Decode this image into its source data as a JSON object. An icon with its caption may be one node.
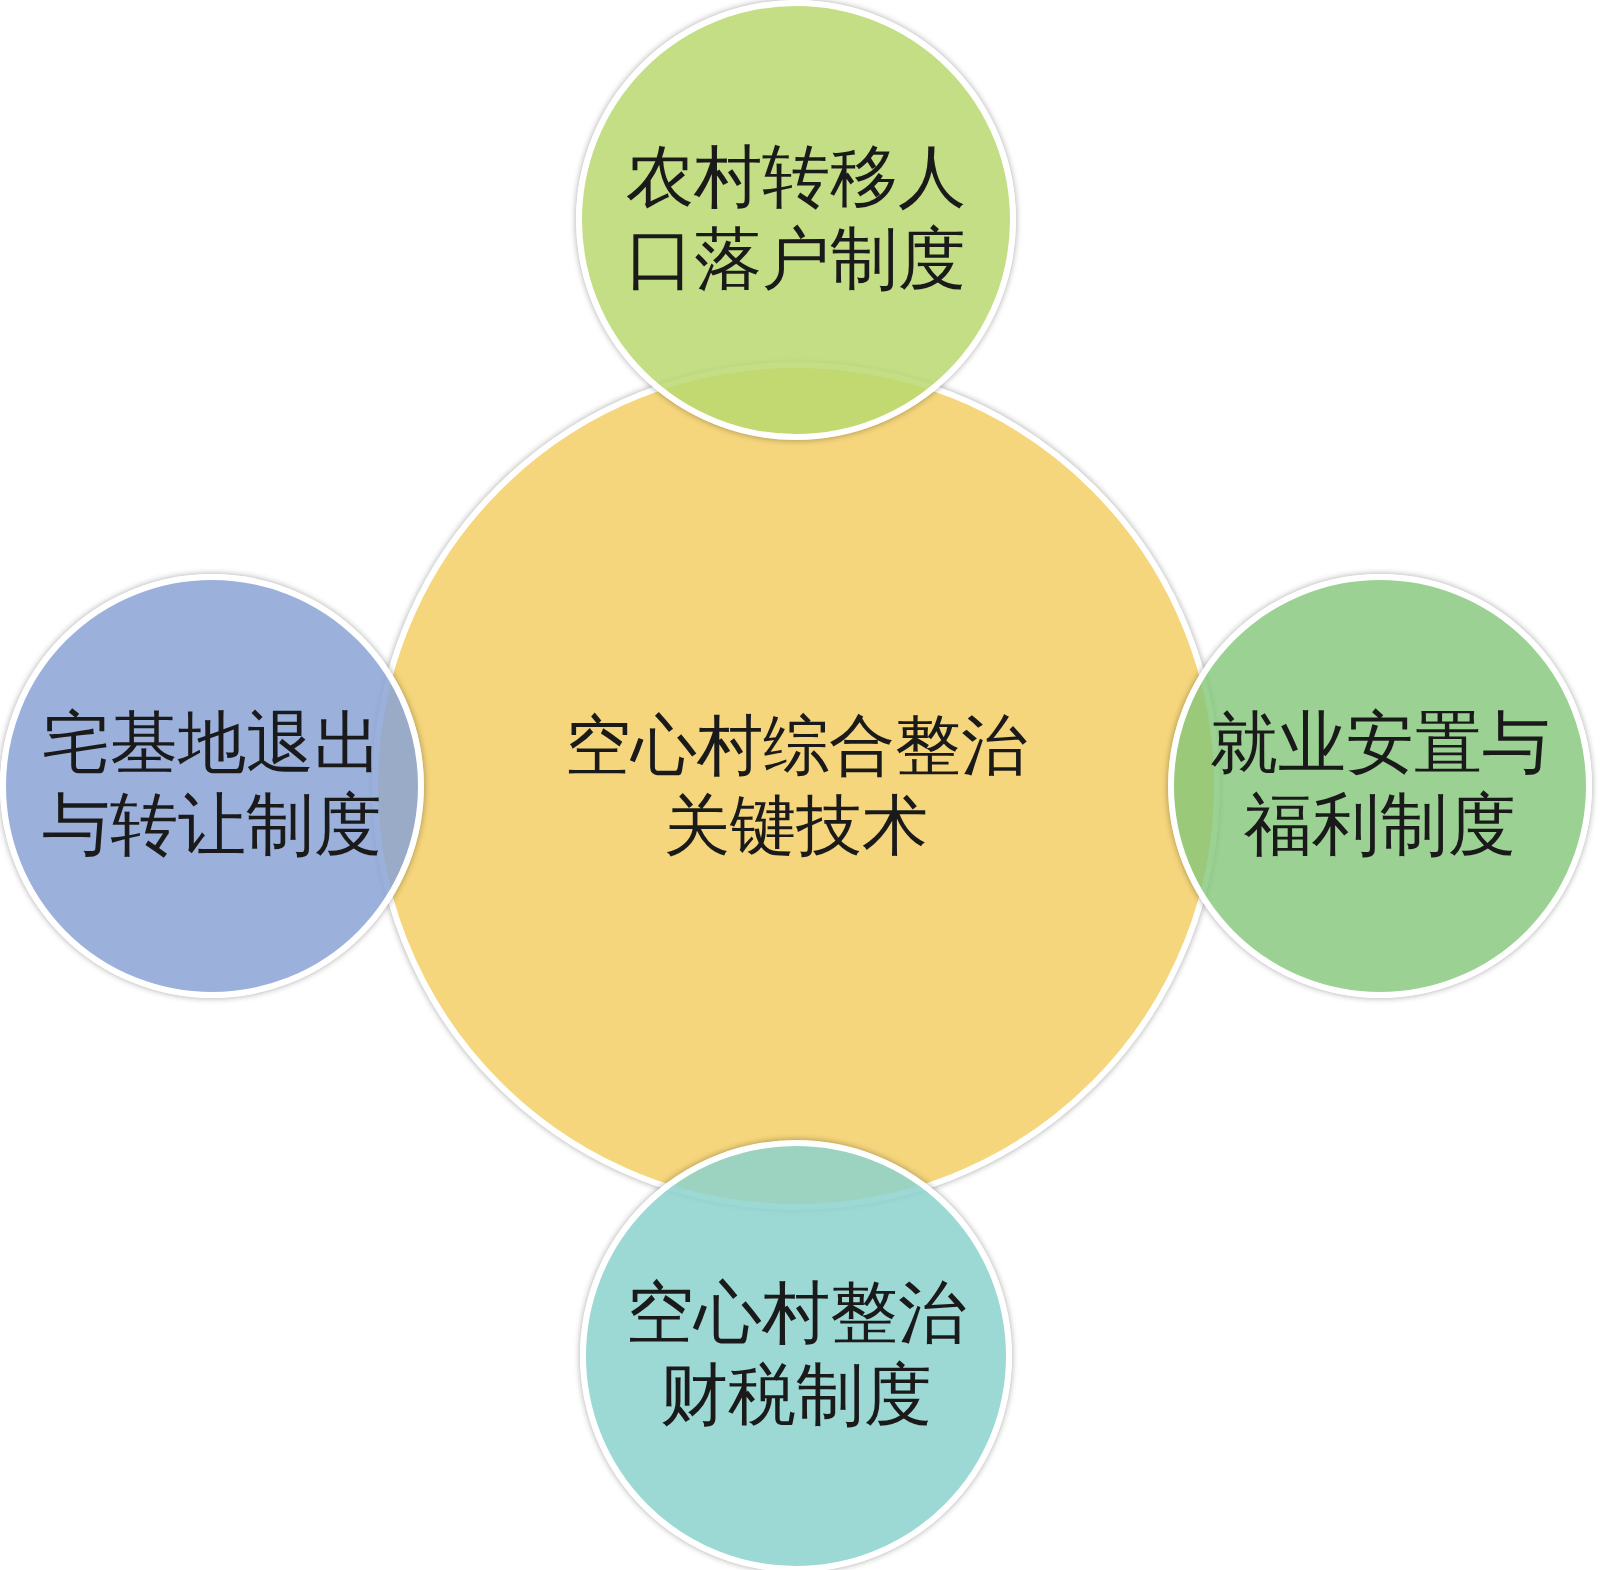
{
  "diagram": {
    "nodes": [
      {
        "text": [
          "农村转移人口落户制度"
        ]
      },
      {
        "text": [
          "宅基地退出与转让制度"
        ]
      },
      {
        "text": [
          "空心村综合整治关键技术"
        ]
      },
      {
        "text": [
          "就业安置与福利制度"
        ]
      },
      {
        "text": [
          "空心村整治财税制度"
        ]
      }
    ]
  }
}
